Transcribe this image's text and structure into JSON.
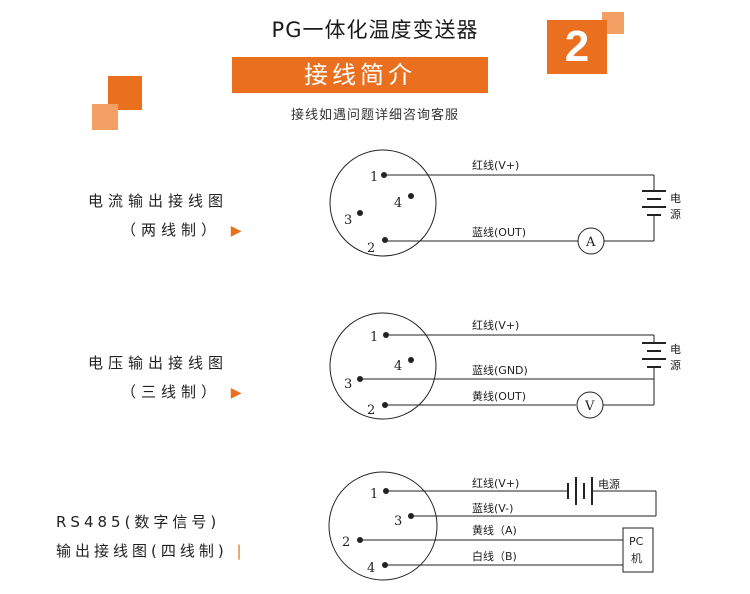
{
  "header": {
    "title": "PG一体化温度变送器",
    "banner": "接线简介",
    "subtitle": "接线如遇问题详细咨询客服",
    "badge": "2"
  },
  "sections": [
    {
      "label_line1": "电流输出接线图",
      "label_line2": "（两线制）",
      "pins": [
        "1",
        "4",
        "3",
        "2"
      ],
      "wires": [
        "红线(V+)",
        "蓝线(OUT)"
      ],
      "meter": "A",
      "power_char1": "电",
      "power_char2": "源"
    },
    {
      "label_line1": "电压输出接线图",
      "label_line2": "（三线制）",
      "pins": [
        "1",
        "4",
        "3",
        "2"
      ],
      "wires": [
        "红线(V+)",
        "蓝线(GND)",
        "黄线(OUT)"
      ],
      "meter": "V",
      "power_char1": "电",
      "power_char2": "源"
    },
    {
      "label_line1": "RS485(数字信号)",
      "label_line2": "输出接线图(四线制)",
      "pins": [
        "1",
        "3",
        "2",
        "4"
      ],
      "wires": [
        "红线(V+)",
        "蓝线(V-)",
        "黄线（A)",
        "白线（B)"
      ],
      "power": "电源",
      "pc_line1": "PC",
      "pc_line2": "机"
    }
  ],
  "colors": {
    "accent": "#ea6f1f",
    "accent_light": "#f3a064",
    "line": "#222222"
  }
}
